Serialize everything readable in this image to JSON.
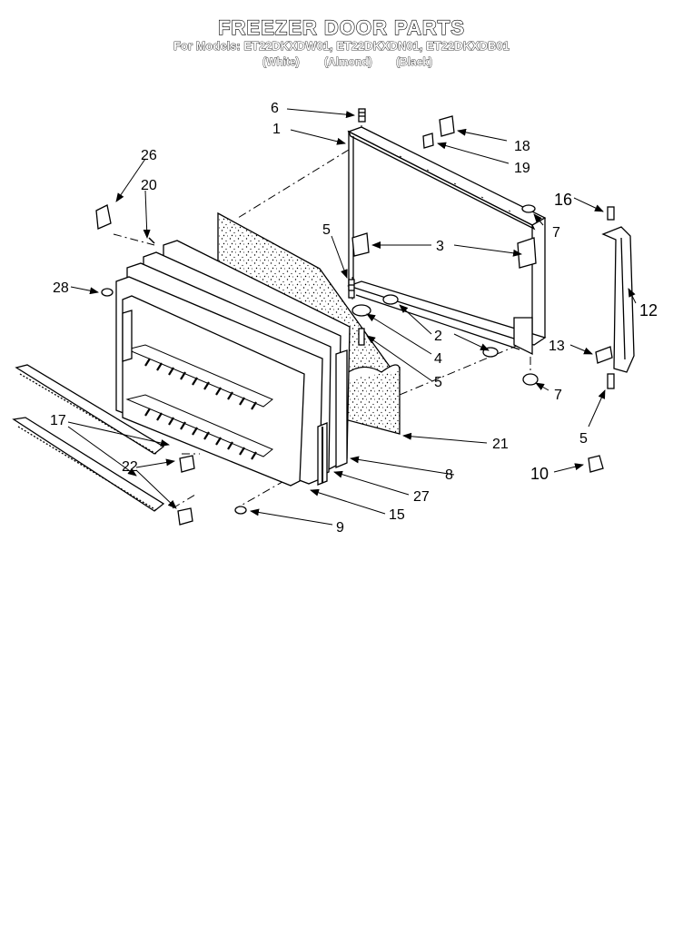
{
  "title": "FREEZER DOOR PARTS",
  "subtitle": "For Models: ET22DKXDW01, ET22DKXDN01, ET22DKXDB01",
  "colors": [
    "(White)",
    "(Almond)",
    "(Black)"
  ],
  "callouts": {
    "c1": "1",
    "c2": "2",
    "c3": "3",
    "c4": "4",
    "c5a": "5",
    "c5b": "5",
    "c5c": "5",
    "c6": "6",
    "c7a": "7",
    "c7b": "7",
    "c8": "8",
    "c9": "9",
    "c10": "10",
    "c12": "12",
    "c13": "13",
    "c15": "15",
    "c16": "16",
    "c17": "17",
    "c18": "18",
    "c19": "19",
    "c20": "20",
    "c21": "21",
    "c22": "22",
    "c26": "26",
    "c27": "27",
    "c28": "28"
  }
}
